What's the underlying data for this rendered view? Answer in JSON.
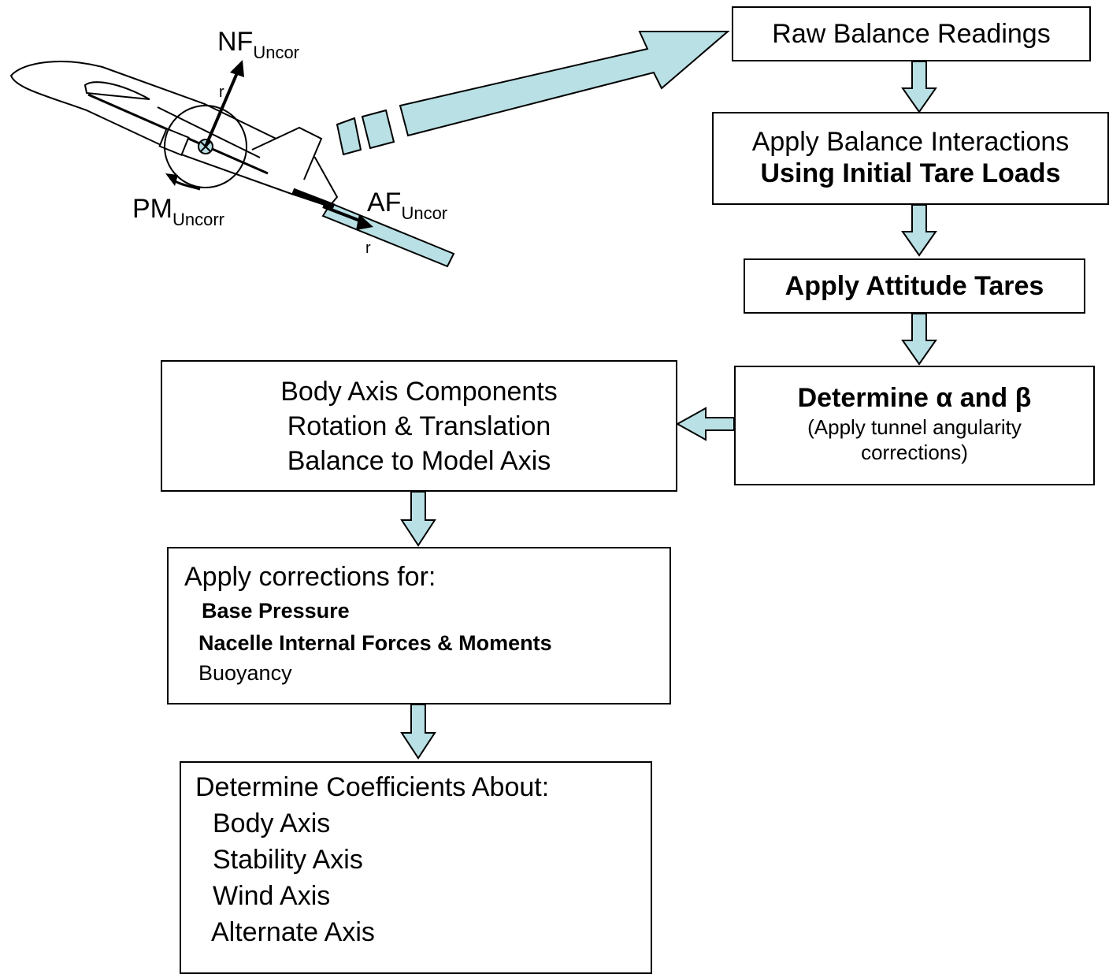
{
  "colors": {
    "arrow_fill": "#b9e0e4",
    "stroke": "#000000"
  },
  "aircraft": {
    "nf_label": "NF",
    "nf_sub": "Uncor",
    "pm_label": "PM",
    "pm_sub": "Uncorr",
    "af_label": "AF",
    "af_sub": "Uncor",
    "r_label": "r"
  },
  "boxes": {
    "raw": {
      "line1": "Raw Balance Readings"
    },
    "interactions": {
      "line1": "Apply Balance Interactions",
      "line2": "Using Initial Tare Loads"
    },
    "attitude": {
      "line1": "Apply Attitude Tares"
    },
    "alpha_beta": {
      "line1": "Determine α and β",
      "line2": "(Apply tunnel angularity",
      "line3": "corrections)"
    },
    "body_axis": {
      "line1": "Body Axis Components",
      "line2": "Rotation & Translation",
      "line3": "Balance to Model Axis"
    },
    "corrections": {
      "heading": "Apply corrections for:",
      "items": [
        "Base Pressure",
        "Nacelle Internal Forces & Moments",
        "Buoyancy"
      ]
    },
    "coefficients": {
      "heading": "Determine Coefficients About:",
      "items": [
        "Body Axis",
        "Stability Axis",
        "Wind Axis",
        "Alternate Axis"
      ]
    }
  }
}
